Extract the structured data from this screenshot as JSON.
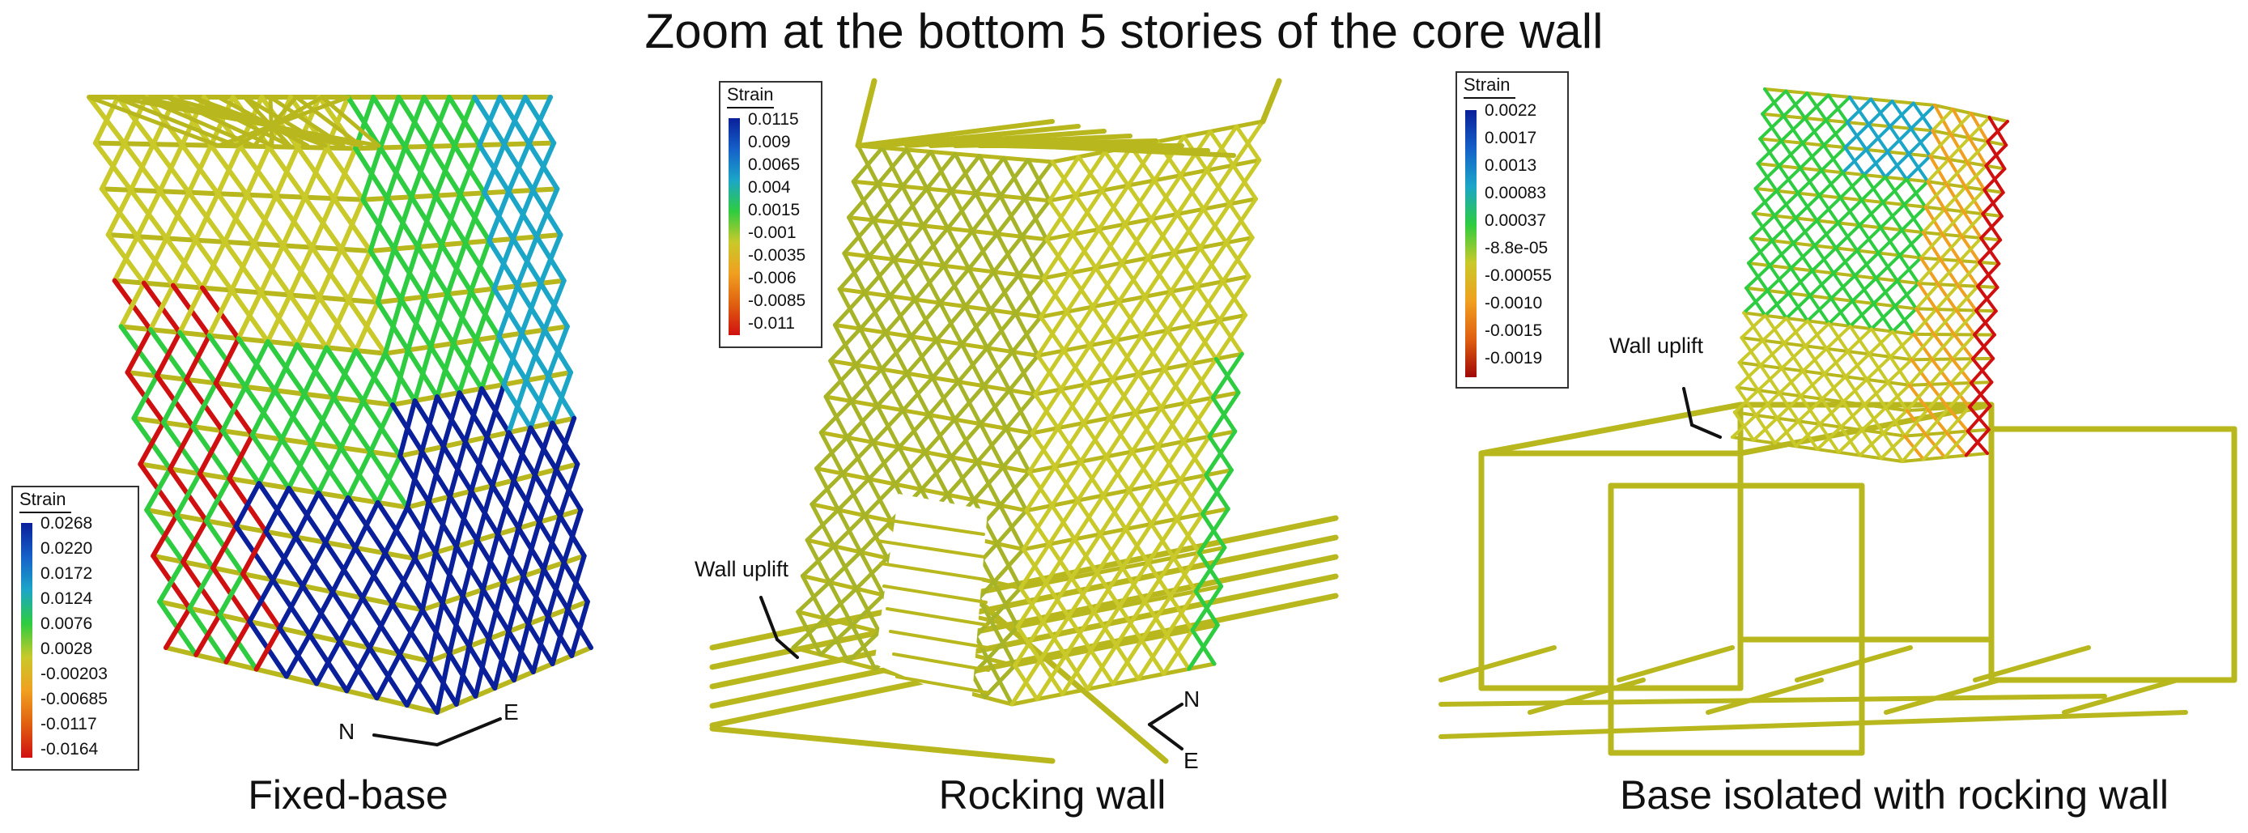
{
  "title": "Zoom at the bottom 5 stories of the core wall",
  "panels": [
    {
      "caption": "Fixed-base",
      "legend": {
        "title": "Strain",
        "labels": [
          "0.0268",
          "0.0220",
          "0.0172",
          "0.0124",
          "0.0076",
          "0.0028",
          "-0.00203",
          "-0.00685",
          "-0.0117",
          "-0.0164"
        ]
      },
      "directions": [
        "N",
        "E"
      ]
    },
    {
      "caption": "Rocking wall",
      "legend": {
        "title": "Strain",
        "labels": [
          "0.0115",
          "0.009",
          "0.0065",
          "0.004",
          "0.0015",
          "-0.001",
          "-0.0035",
          "-0.006",
          "-0.0085",
          "-0.011"
        ]
      },
      "annotation": "Wall uplift",
      "directions": [
        "N",
        "E"
      ]
    },
    {
      "caption": "Base isolated with rocking wall",
      "legend": {
        "title": "Strain",
        "labels": [
          "0.0022",
          "0.0017",
          "0.0013",
          "0.00083",
          "0.00037",
          "-8.8e-05",
          "-0.00055",
          "-0.0010",
          "-0.0015",
          "-0.0019"
        ]
      },
      "annotation": "Wall uplift"
    }
  ],
  "colors": {
    "frame": "#b8b81e",
    "frame_dark": "#8f8f12",
    "strain_high": "#0a1f9a",
    "strain_mid": "#2ecc40",
    "strain_neutral": "#c9c92a",
    "strain_low": "#d01010"
  }
}
